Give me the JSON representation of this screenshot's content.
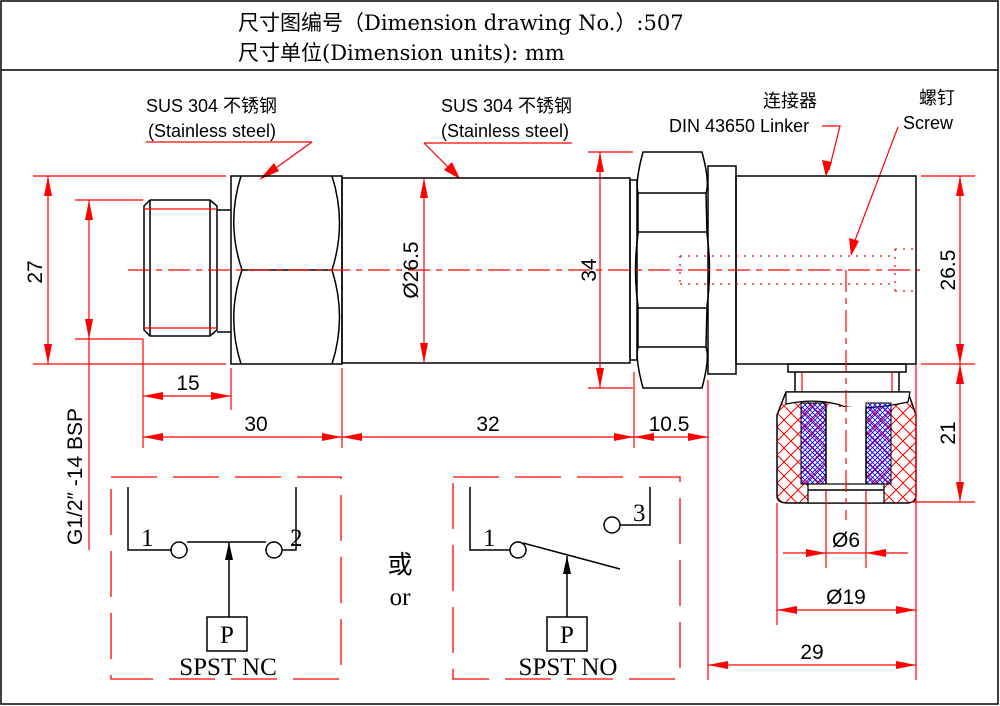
{
  "header": {
    "drawing_no_line": "尺寸图编号（Dimension drawing No.）:507",
    "units_line": "尺寸单位(Dimension units): mm"
  },
  "labels": {
    "material_left_cn": "SUS 304 不锈钢",
    "material_left_en": "(Stainless steel)",
    "material_mid_cn": "SUS 304 不锈钢",
    "material_mid_en": "(Stainless steel)",
    "connector_cn": "连接器",
    "connector_en": "DIN 43650 Linker",
    "screw_cn": "螺钉",
    "screw_en": "Screw",
    "thread_spec": "G1/2″ -14 BSP"
  },
  "dimensions": {
    "hex_height": "27",
    "thread_length": "15",
    "hex_section_length": "30",
    "body_length": "32",
    "nut_length": "10.5",
    "body_diameter": "Ø26.5",
    "nut_across": "34",
    "connector_height": "26.5",
    "gland_height": "21",
    "cable_hole_diameter": "Ø6",
    "gland_diameter": "Ø19",
    "connector_width": "29"
  },
  "schematics": [
    {
      "name": "SPST NC",
      "terminal_left": "1",
      "terminal_right": "2",
      "pressure_label": "P",
      "caption": "SPST NC"
    },
    {
      "name": "SPST NO",
      "terminal_left": "1",
      "terminal_right": "3",
      "pressure_label": "P",
      "caption": "SPST NO"
    }
  ],
  "separator": {
    "cn": "或",
    "en": "or"
  },
  "colors": {
    "outline": "#000000",
    "dimension": "#ff0000",
    "insulation_hatch": "#0000ff"
  }
}
